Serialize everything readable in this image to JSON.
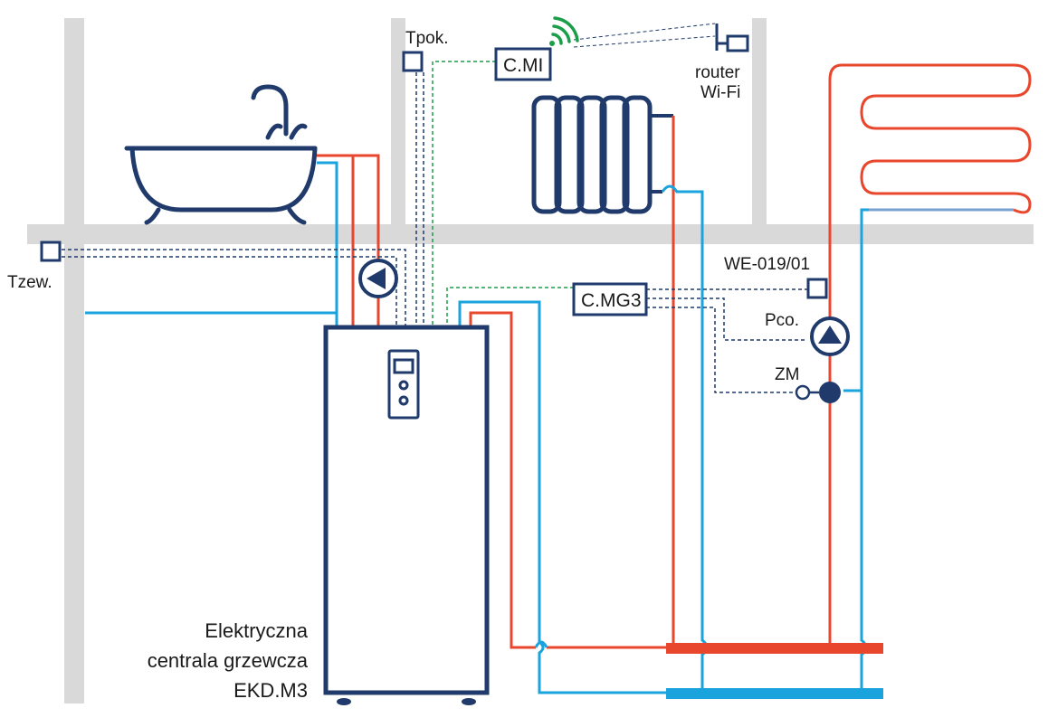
{
  "colors": {
    "wall": "#d9d9d9",
    "hot": "#e8472d",
    "cold": "#1aa3dc",
    "device": "#1f3a6b",
    "signal": "#1f3a6b",
    "wifi": "#1a9e4a"
  },
  "labels": {
    "tpok": "Tpok.",
    "cmi": "C.MI",
    "router_line1": "router",
    "router_line2": "Wi-Fi",
    "tzew": "Tzew.",
    "cmg3": "C.MG3",
    "we019": "WE-019/01",
    "pco": "Pco.",
    "zm": "ZM",
    "unit_line1": "Elektryczna",
    "unit_line2": "centrala grzewcza",
    "unit_line3": "EKD.M3"
  },
  "icons": [
    "bathtub-icon",
    "radiator-icon",
    "underfloor-coil-icon",
    "pump-icon",
    "wifi-signal-icon",
    "router-icon",
    "sensor-icon",
    "zone-valve-icon"
  ]
}
